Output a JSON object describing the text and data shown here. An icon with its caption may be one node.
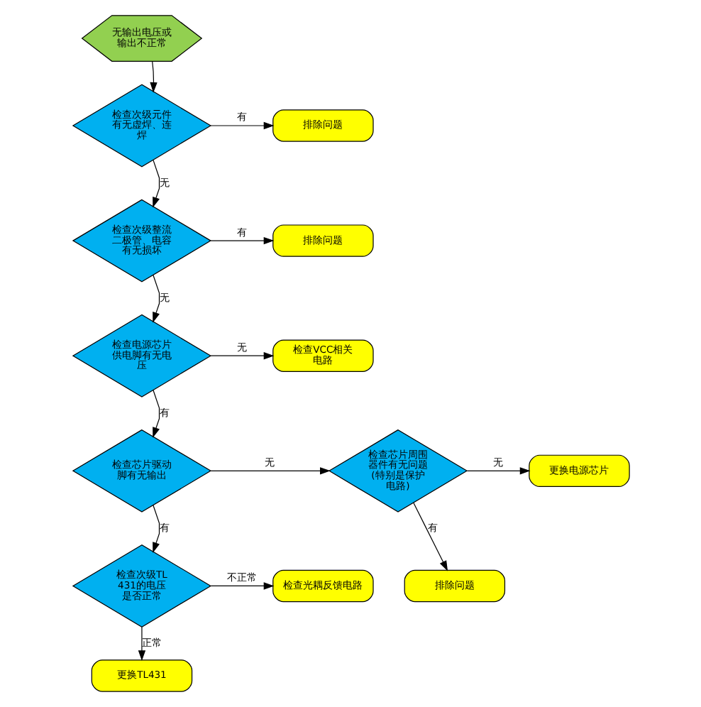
{
  "diagram": {
    "nodes": [
      {
        "text": [
          "无输出电压或输出不正常"
        ]
      },
      {
        "text": [
          "检查次级元件有无虚焊、连焊"
        ]
      },
      {
        "text": [
          "排除问题"
        ]
      },
      {
        "text": [
          "检查次级整流二极管、电容有无损坏"
        ]
      },
      {
        "text": [
          "排除问题"
        ]
      },
      {
        "text": [
          "检查电源芯片供电脚有无电压"
        ]
      },
      {
        "text": [
          "检查VCC相关电路"
        ]
      },
      {
        "text": [
          "检查芯片驱动脚有无输出"
        ]
      },
      {
        "text": [
          "检查芯片周围器件有无问题(特别是保护电路)"
        ]
      },
      {
        "text": [
          "更换电源芯片"
        ]
      },
      {
        "text": [
          "排除问题"
        ]
      },
      {
        "text": [
          "检查次级TL431的电压是否正常"
        ]
      },
      {
        "text": [
          "检查光耦反馈电路"
        ]
      },
      {
        "text": [
          "更换TL431"
        ]
      }
    ],
    "edges": [
      {
        "from": 0,
        "to": 1,
        "arrow": "to"
      },
      {
        "from": 1,
        "to": 2,
        "arrow": "to",
        "label": "有"
      },
      {
        "from": 1,
        "to": 3,
        "arrow": "to",
        "label": "无"
      },
      {
        "from": 3,
        "to": 4,
        "arrow": "to",
        "label": "有"
      },
      {
        "from": 3,
        "to": 5,
        "arrow": "to",
        "label": "无"
      },
      {
        "from": 5,
        "to": 6,
        "arrow": "to",
        "label": "无"
      },
      {
        "from": 5,
        "to": 7,
        "arrow": "to",
        "label": "有"
      },
      {
        "from": 7,
        "to": 8,
        "arrow": "to",
        "label": "无"
      },
      {
        "from": 8,
        "to": 9,
        "arrow": "to",
        "label": "无"
      },
      {
        "from": 7,
        "to": 11,
        "arrow": "to",
        "label": "有"
      },
      {
        "from": 8,
        "to": 10,
        "arrow": "to",
        "label": "有"
      },
      {
        "from": 11,
        "to": 12,
        "arrow": "to",
        "label": "不正常"
      },
      {
        "from": 11,
        "to": 13,
        "arrow": "to",
        "label": "正常"
      }
    ]
  }
}
